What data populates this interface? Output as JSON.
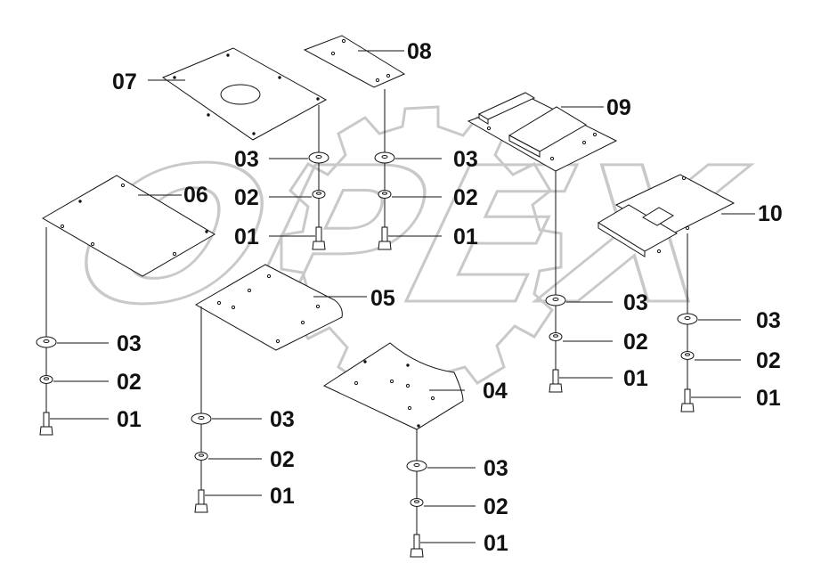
{
  "diagram": {
    "watermark_text": "OPEX",
    "colors": {
      "line": "#111111",
      "watermark": "#c9c9c9",
      "background": "#ffffff"
    },
    "part_labels": {
      "p01": "01",
      "p02": "02",
      "p03": "03",
      "p04": "04",
      "p05": "05",
      "p06": "06",
      "p07": "07",
      "p08": "08",
      "p09": "09",
      "p10": "10"
    }
  }
}
